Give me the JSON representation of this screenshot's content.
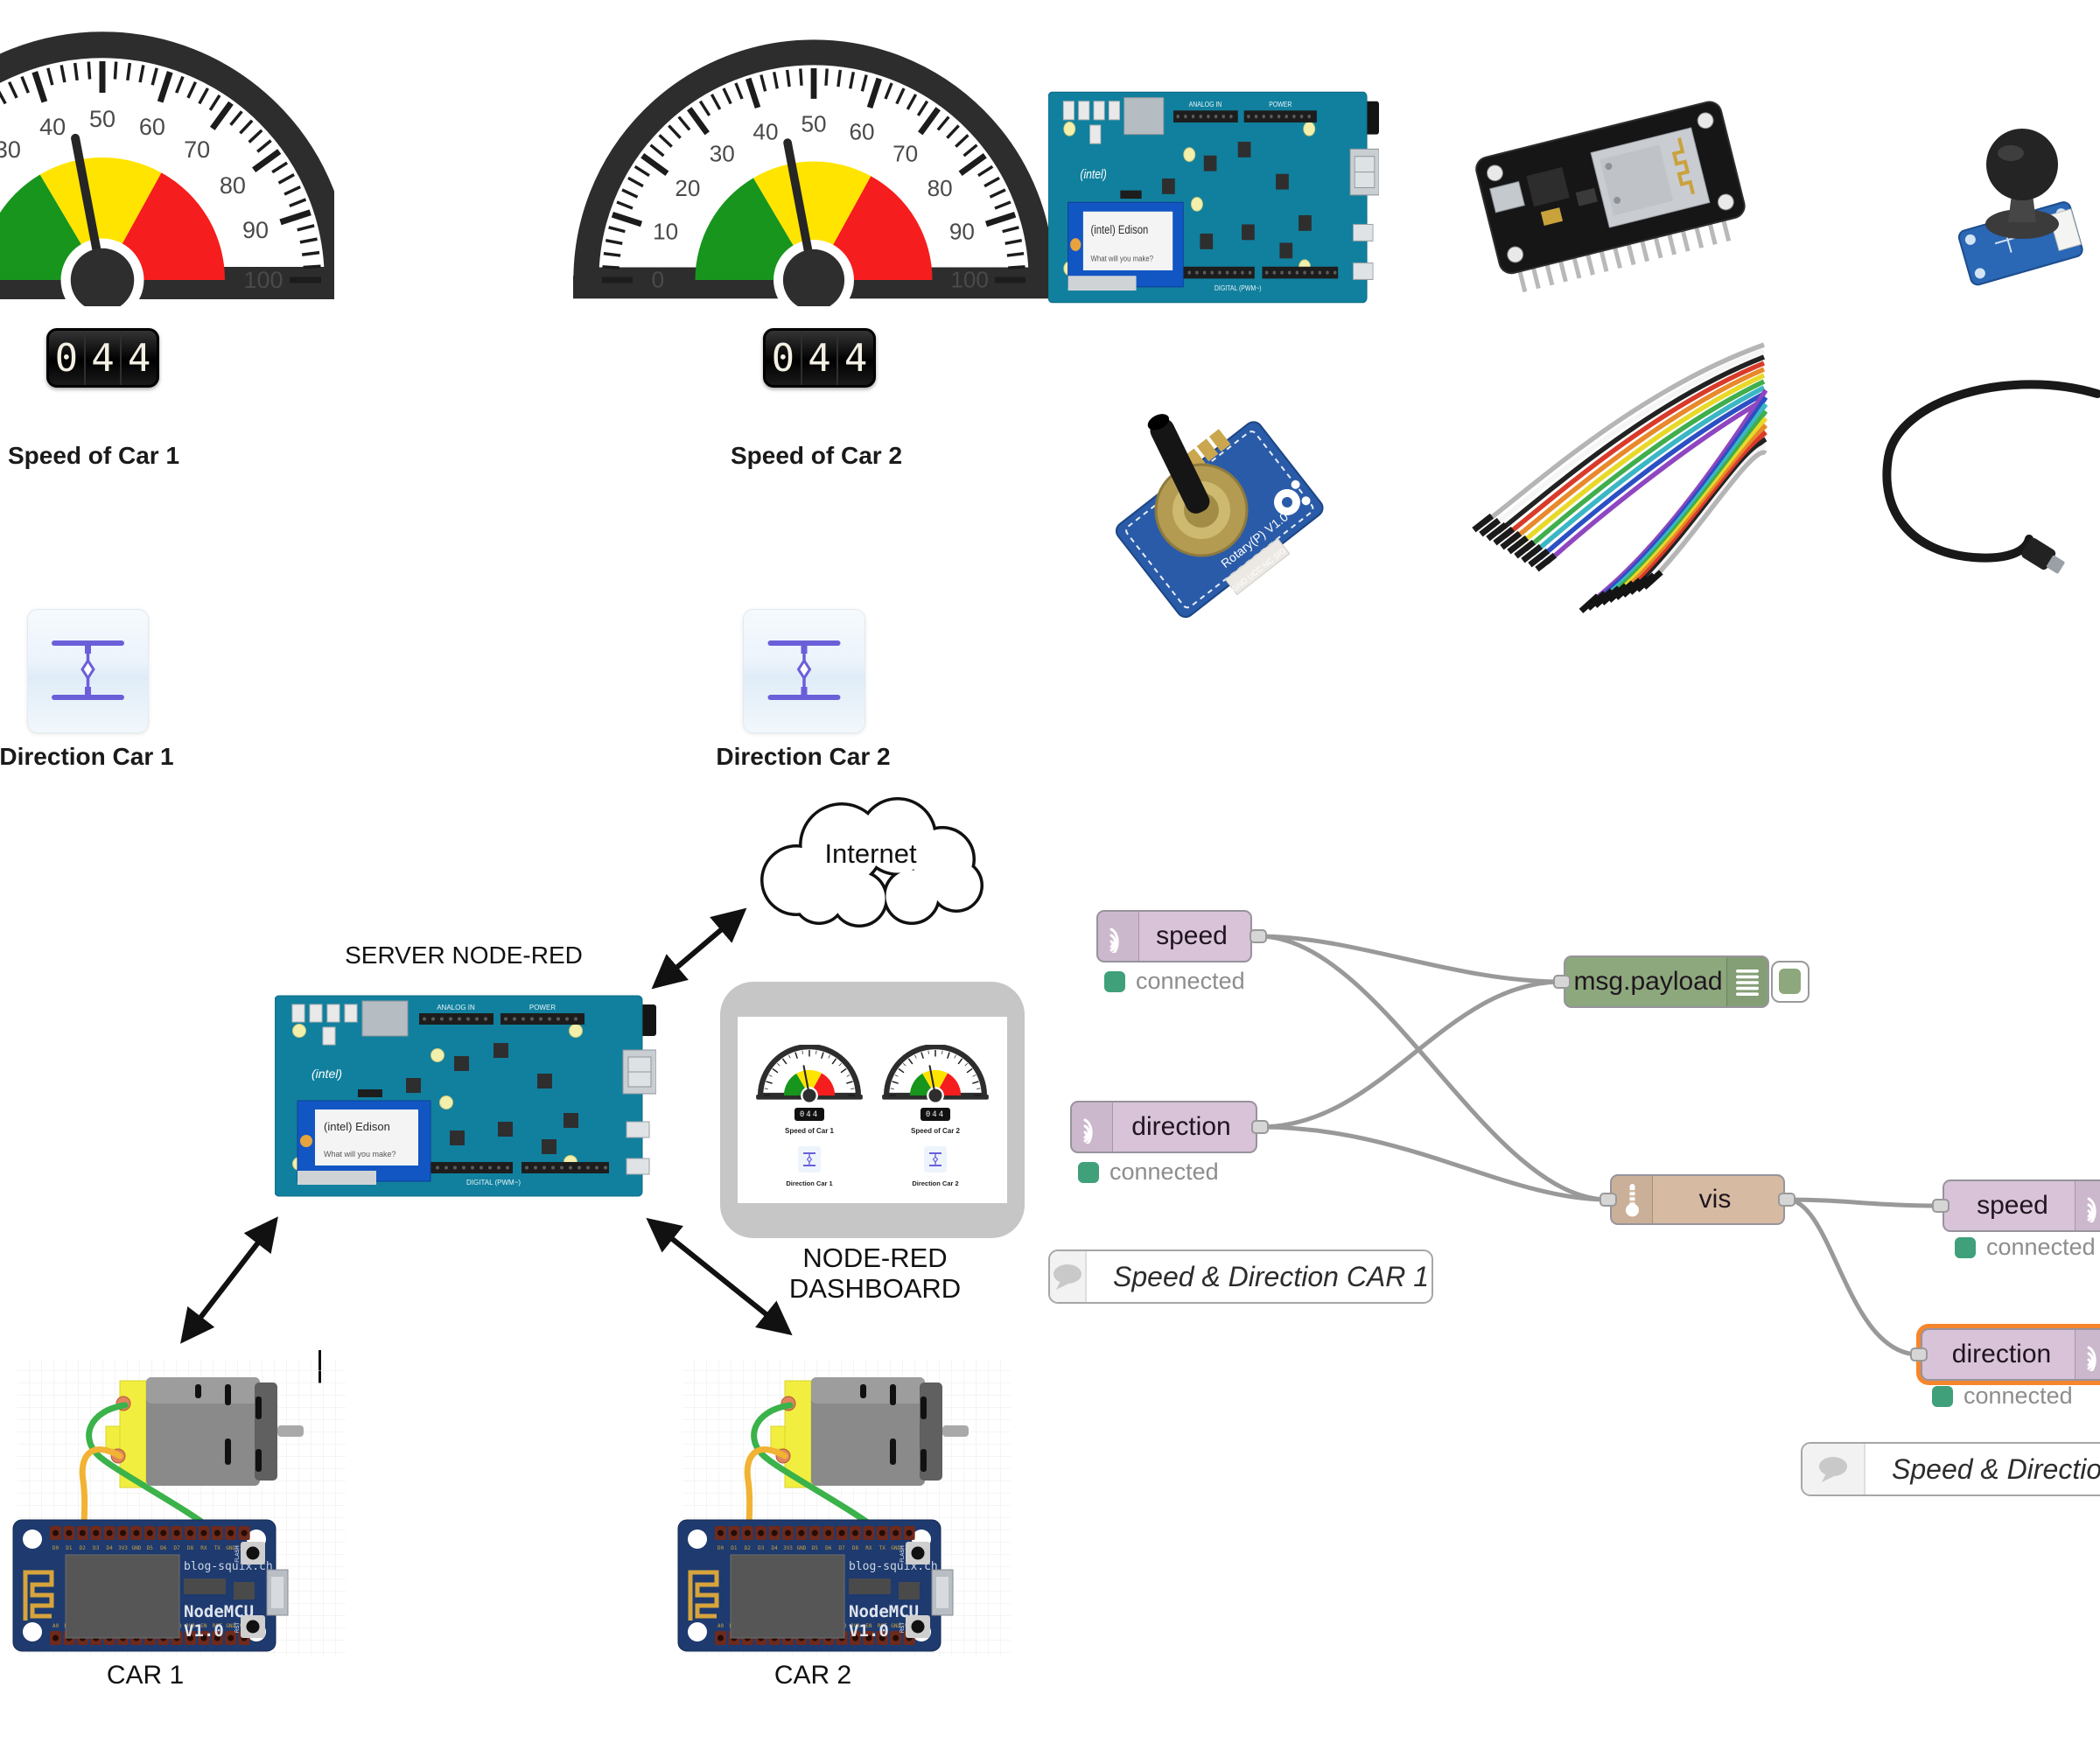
{
  "dashboard": {
    "gauges": [
      {
        "label": "Speed of Car 1",
        "digits": [
          "0",
          "4",
          "4"
        ],
        "value": 44,
        "min": 0,
        "max": 100,
        "tick_step": 10,
        "zones": [
          {
            "color": "#17951d",
            "from": 0,
            "to": 33
          },
          {
            "color": "#ffe400",
            "from": 33,
            "to": 66
          },
          {
            "color": "#f51d1d",
            "from": 66,
            "to": 100
          }
        ]
      },
      {
        "label": "Speed of Car 2",
        "digits": [
          "0",
          "4",
          "4"
        ],
        "value": 44,
        "min": 0,
        "max": 100,
        "tick_step": 10,
        "zones": [
          {
            "color": "#17951d",
            "from": 0,
            "to": 33
          },
          {
            "color": "#ffe400",
            "from": 33,
            "to": 66
          },
          {
            "color": "#f51d1d",
            "from": 66,
            "to": 100
          }
        ]
      }
    ],
    "directions": [
      {
        "label": "Direction Car 1"
      },
      {
        "label": "Direction Car 2"
      }
    ]
  },
  "chart_data": [
    {
      "type": "gauge",
      "title": "Speed of Car 1",
      "value": 44,
      "range": [
        0,
        100
      ],
      "major_tick_step": 10,
      "minor_tick_step": 2,
      "zones": [
        {
          "from": 0,
          "to": 33,
          "color": "green"
        },
        {
          "from": 33,
          "to": 66,
          "color": "yellow"
        },
        {
          "from": 66,
          "to": 100,
          "color": "red"
        }
      ],
      "digital_display": "044"
    },
    {
      "type": "gauge",
      "title": "Speed of Car 2",
      "value": 44,
      "range": [
        0,
        100
      ],
      "major_tick_step": 10,
      "minor_tick_step": 2,
      "zones": [
        {
          "from": 0,
          "to": 33,
          "color": "green"
        },
        {
          "from": 33,
          "to": 66,
          "color": "yellow"
        },
        {
          "from": 66,
          "to": 100,
          "color": "red"
        }
      ],
      "digital_display": "044"
    }
  ],
  "architecture": {
    "internet_label": "Internet",
    "server_label": "SERVER NODE-RED",
    "dashboard_label_line1": "NODE-RED",
    "dashboard_label_line2": "DASHBOARD",
    "car1_label": "CAR 1",
    "car2_label": "CAR 2",
    "edison_board": {
      "logo": "intel",
      "module_line1": "intel Edison",
      "module_line2": "What will you make?",
      "silk_top_left": "ANALOG IN",
      "silk_top_right": "POWER",
      "silk_bottom": "DIGITAL (PWM~)"
    },
    "nodemcu_board": {
      "vendor": "blog-squix.ch",
      "name": "NodeMCU",
      "version": "V1.0",
      "top_pins": "D0 D1 D2 D3 D4 3V3 GND D5 D6 D7 D8 RX TX GND 3V3",
      "bottom_pins": "A0 RSV RSV SD3 SD2 SD1 CMD SD0 CLK GND 3V3 EN RST GND VIN",
      "flash_label": "FLASH",
      "rst_label": "RST"
    }
  },
  "flow": {
    "nodes": [
      {
        "label": "speed",
        "type": "mqtt-in",
        "status": "connected"
      },
      {
        "label": "direction",
        "type": "mqtt-in",
        "status": "connected"
      },
      {
        "label": "msg.payload",
        "type": "debug"
      },
      {
        "label": "vis",
        "type": "function"
      },
      {
        "label": "speed",
        "type": "mqtt-out",
        "status": "connected"
      },
      {
        "label": "direction",
        "type": "mqtt-out",
        "status": "connected",
        "selected": true
      }
    ],
    "comments": [
      {
        "label": "Speed & Direction CAR 1"
      },
      {
        "label": "Speed & Direction CA"
      }
    ]
  },
  "hardware": {
    "photos": [
      {
        "name": "intel-edison-arduino-board"
      },
      {
        "name": "nodemcu-esp8266-devkit"
      },
      {
        "name": "grove-thumb-joystick"
      },
      {
        "name": "grove-rotary-potentiometer",
        "silk_line1": "Rotary(P) V1.0",
        "silk_line2": "GND UCC NC SIG"
      },
      {
        "name": "dupont-jumper-wires"
      },
      {
        "name": "micro-usb-cable"
      }
    ]
  },
  "colors": {
    "mqtt_node": "#d8c3d8",
    "debug_node": "#8ca87c",
    "function_node": "#d6bba2",
    "status_green": "#3fa07a",
    "wire": "#999999",
    "selection_orange": "#f5862c",
    "gauge_green": "#17951d",
    "gauge_yellow": "#ffe400",
    "gauge_red": "#f51d1d",
    "gauge_frame": "#2d2d2d",
    "edison_teal": "#11809e",
    "nodemcu_navy": "#1e3a6e",
    "direction_icon_purple": "#6b5fd9"
  }
}
